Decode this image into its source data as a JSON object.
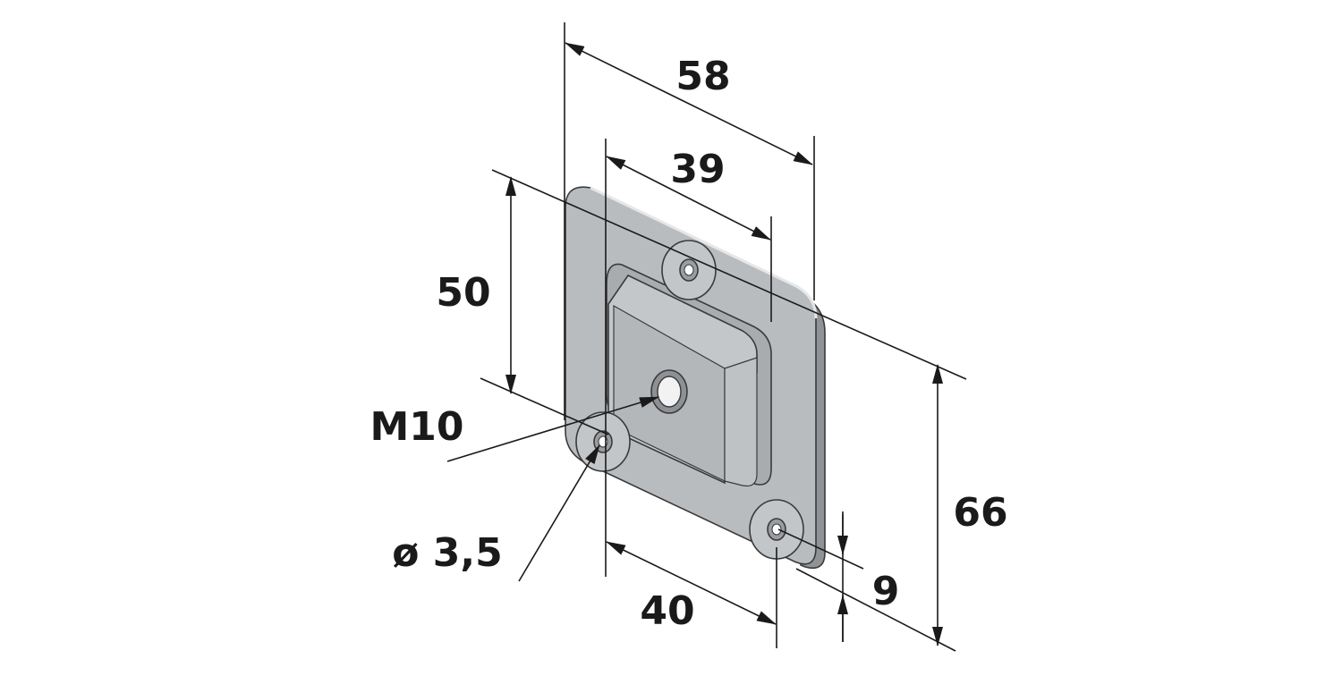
{
  "drawing": {
    "dimensions": {
      "width_outer": "58",
      "width_inner": "39",
      "height_inner": "50",
      "thread": "M10",
      "hole_diameter": "ø 3,5",
      "height_outer": "66",
      "bottom_span": "40",
      "edge_offset": "9"
    },
    "colors": {
      "plate": "#b9bcbf",
      "plate_dark": "#a7aaad",
      "lines": "#1a1a1a",
      "background": "#ffffff"
    }
  }
}
